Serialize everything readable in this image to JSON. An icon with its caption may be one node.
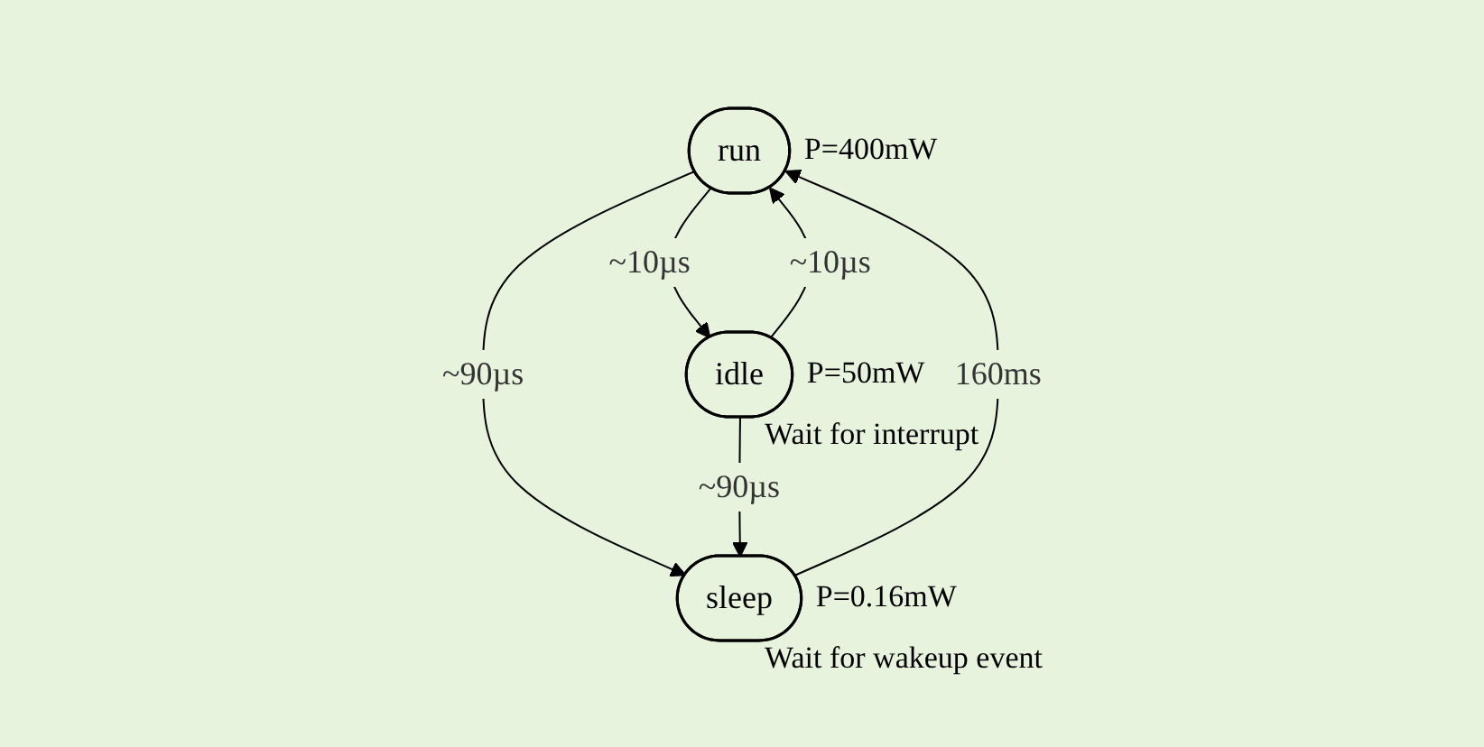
{
  "diagram": {
    "nodes": [
      {
        "text": [
          "run"
        ],
        "beside": [
          "P=400mW"
        ]
      },
      {
        "text": [
          "idle"
        ],
        "beside": [
          "P=50mW",
          "Wait for interrupt"
        ]
      },
      {
        "text": [
          "sleep"
        ],
        "beside": [
          "P=0.16mW",
          "Wait for wakeup event"
        ]
      }
    ],
    "edges": [
      {
        "from": 0,
        "to": 1,
        "label": "~10µs",
        "arrow": "to"
      },
      {
        "from": 1,
        "to": 0,
        "label": "~10µs",
        "arrow": "to"
      },
      {
        "from": 0,
        "to": 2,
        "label": "~90µs",
        "arrow": "to"
      },
      {
        "from": 2,
        "to": 0,
        "label": "160ms",
        "arrow": "to"
      },
      {
        "from": 1,
        "to": 2,
        "label": "~90µs",
        "arrow": "to"
      }
    ]
  }
}
